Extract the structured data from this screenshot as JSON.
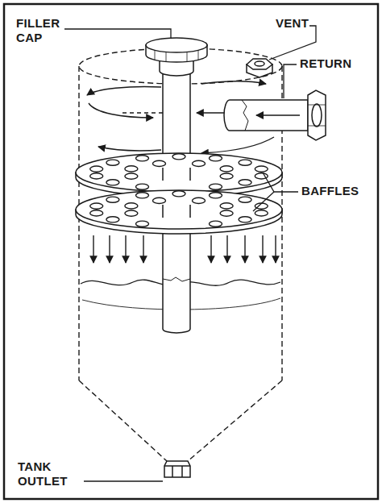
{
  "diagram": {
    "labels": [
      "FILLER CAP",
      "VENT",
      "RETURN",
      "BAFFLES",
      "TANK OUTLET"
    ]
  }
}
